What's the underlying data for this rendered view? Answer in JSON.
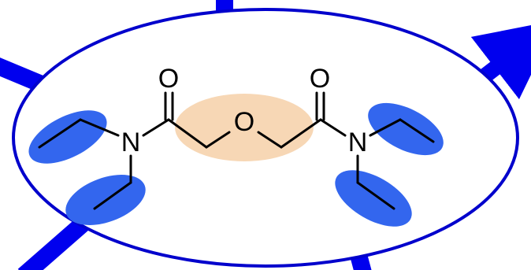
{
  "molecule": {
    "atoms": {
      "carbonyl_oxygen_left": "O",
      "nitrogen_left": "N",
      "ether_oxygen": "O",
      "carbonyl_oxygen_right": "O",
      "nitrogen_right": "N"
    }
  },
  "colors": {
    "arrow": "#0000ee",
    "outline": "#0000cc",
    "ethyl_highlight": "#3366ee",
    "ether_highlight": "#f7d7b5",
    "bond": "#000000"
  }
}
